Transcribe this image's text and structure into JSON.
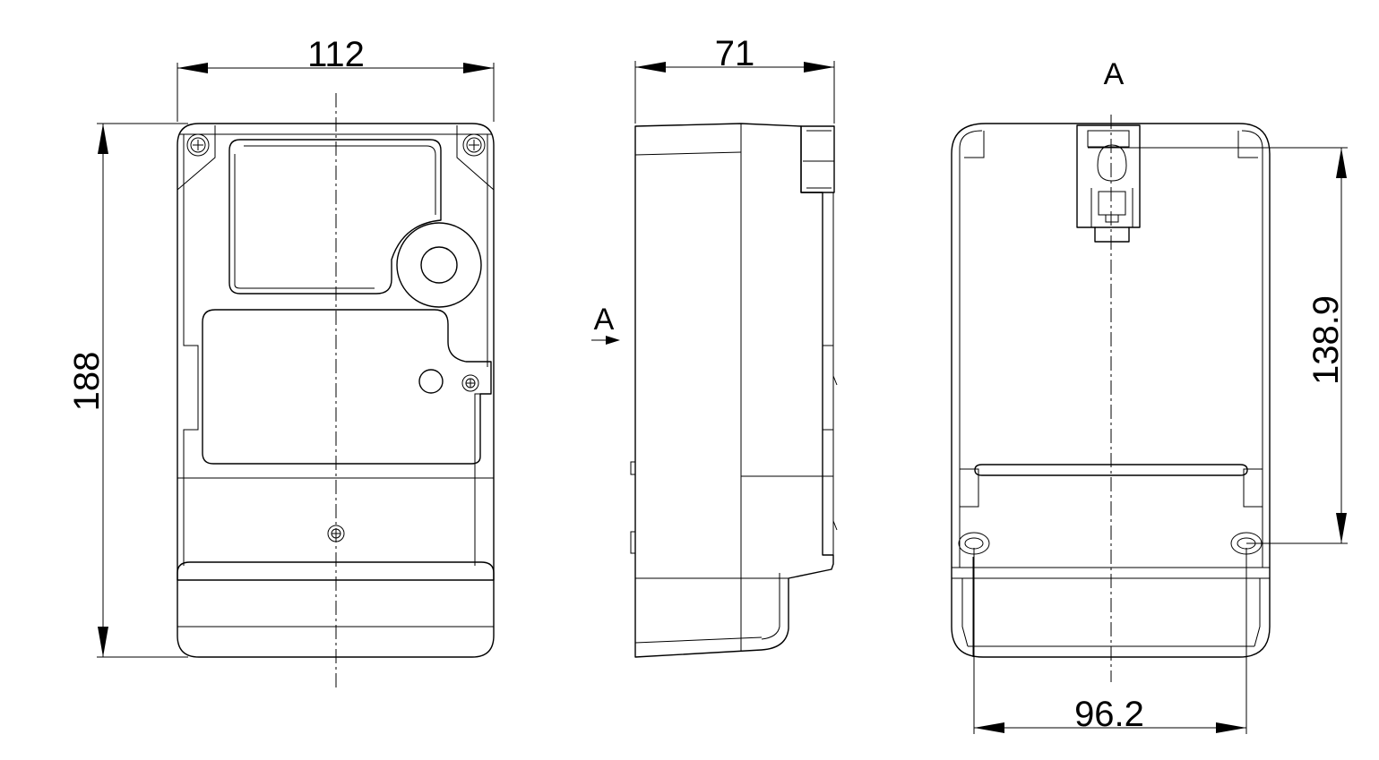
{
  "dimensions": {
    "front_width": "112",
    "front_height": "188",
    "side_depth": "71",
    "rear_hole_spacing": "96.2",
    "rear_mount_height": "138.9"
  },
  "labels": {
    "view_marker_side": "A",
    "view_title_rear": "A"
  },
  "colors": {
    "line": "#000000",
    "background": "#ffffff"
  }
}
